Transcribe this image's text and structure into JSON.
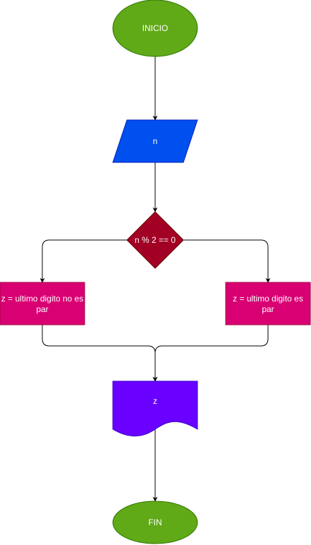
{
  "nodes": {
    "start": {
      "label": "INICIO",
      "fill": "#60a917",
      "stroke": "#2d7600"
    },
    "input": {
      "label": "n",
      "fill": "#0050ef",
      "stroke": "#001dbc"
    },
    "decision": {
      "label": "n % 2 == 0",
      "fill": "#a20025",
      "stroke": "#6f0000"
    },
    "left_process": {
      "line1": "z = ultimo digito no es",
      "line2": "par",
      "fill": "#d80073",
      "stroke": "#a50040"
    },
    "right_process": {
      "line1": "z = ultimo digito es",
      "line2": "par",
      "fill": "#d80073",
      "stroke": "#a50040"
    },
    "output": {
      "label": "z",
      "fill": "#6a00ff",
      "stroke": "#3700cc"
    },
    "end": {
      "label": "FIN",
      "fill": "#60a917",
      "stroke": "#2d7600"
    }
  },
  "edge_color": "#000000"
}
